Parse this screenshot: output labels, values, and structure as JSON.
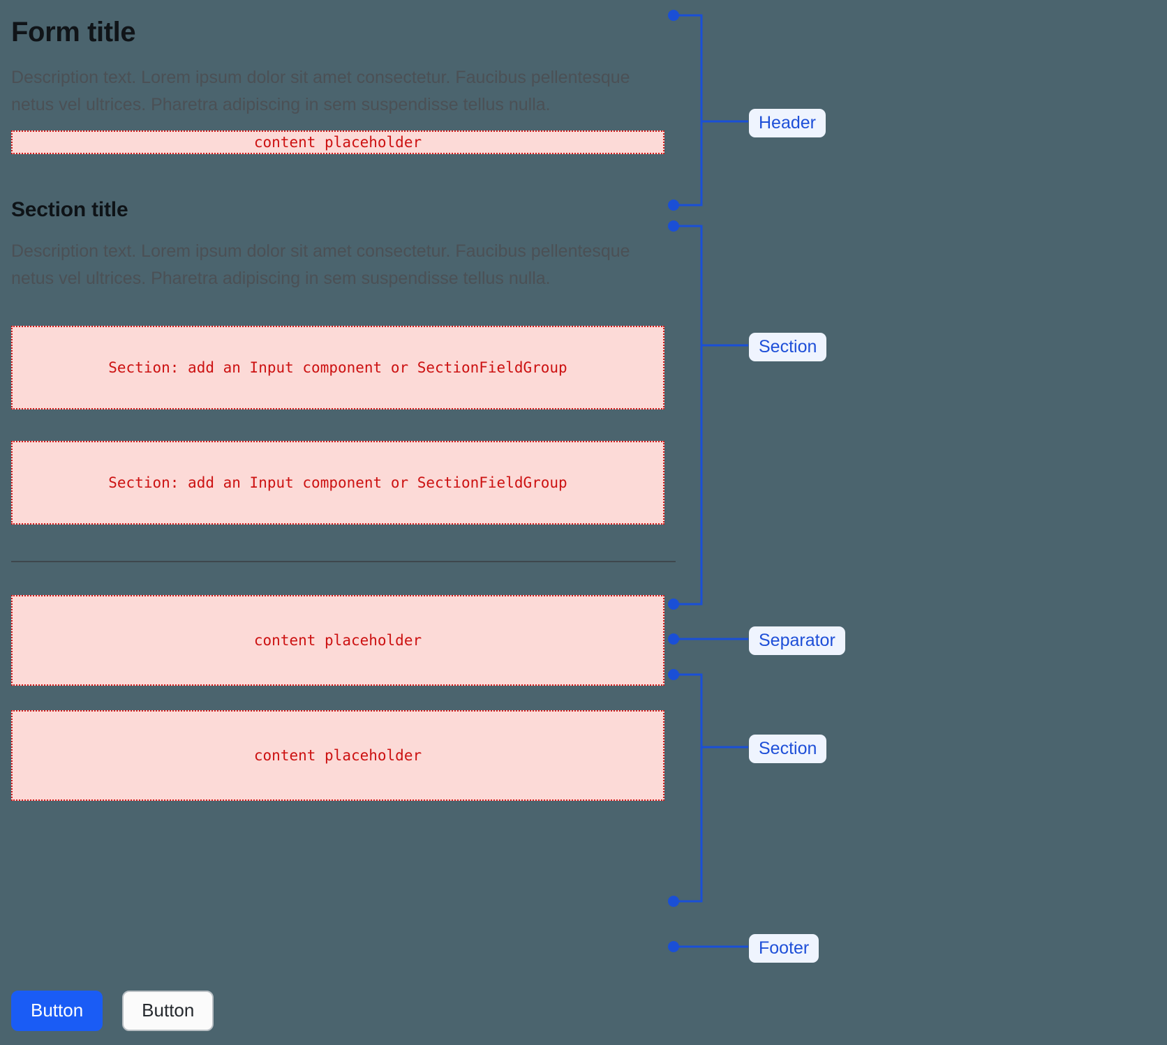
{
  "background_color": "#4b646e",
  "accent_color": "#1e4fd8",
  "placeholder_color": "#cc1111",
  "placeholder_fill": "#fcdad7",
  "header": {
    "title": "Form title",
    "description": "Description text. Lorem ipsum dolor sit amet consectetur. Faucibus pellentesque netus vel ultrices. Pharetra adipiscing in sem suspendisse tellus nulla.",
    "placeholder": "content placeholder"
  },
  "section": {
    "title": "Section title",
    "description": "Description text. Lorem ipsum dolor sit amet consectetur. Faucibus pellentesque netus vel ultrices. Pharetra adipiscing in sem suspendisse tellus nulla.",
    "field_placeholder_1": "Section: add an Input component or SectionFieldGroup",
    "field_placeholder_2": "Section: add an Input component or SectionFieldGroup"
  },
  "section_two": {
    "placeholder_1": "content placeholder",
    "placeholder_2": "content placeholder"
  },
  "footer": {
    "primary_button": "Button",
    "secondary_button": "Button"
  },
  "annotations": {
    "header": "Header",
    "section": "Section",
    "separator": "Separator",
    "section_two": "Section",
    "footer": "Footer"
  }
}
